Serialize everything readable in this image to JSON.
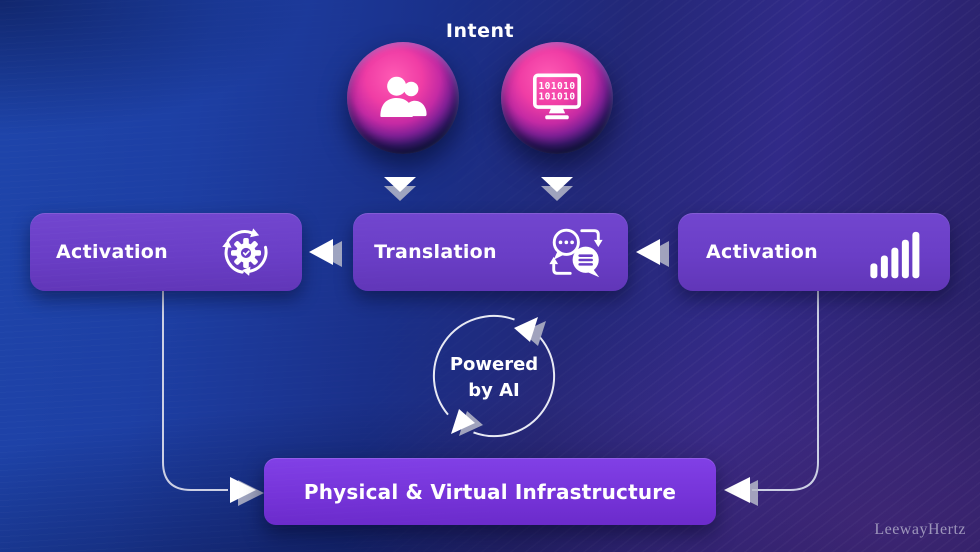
{
  "diagram": {
    "watermark": "LeewayHertz",
    "intent": {
      "label": "Intent"
    },
    "sources": {
      "human": {
        "icon": "users-icon"
      },
      "machine": {
        "icon": "binary-monitor-icon",
        "binary_line1": "101010",
        "binary_line2": "101010"
      }
    },
    "nodes": {
      "activation_left": {
        "label": "Activation",
        "icon": "gear-cycle-icon"
      },
      "translation": {
        "label": "Translation",
        "icon": "chat-translate-icon"
      },
      "activation_right": {
        "label": "Activation",
        "icon": "signal-bars-icon"
      },
      "infrastructure": {
        "label": "Physical & Virtual Infrastructure"
      }
    },
    "cycle": {
      "label_line1": "Powered",
      "label_line2": "by AI",
      "icon": "cycle-arrows-icon"
    },
    "colors": {
      "node_purple": "#6a3ec6",
      "infrastructure_purple": "#7634d9",
      "intent_circle_pink": "#ee3fa4",
      "background_blue": "#1b2f88",
      "background_indigo": "#312a88",
      "arrow_white": "#ffffff",
      "arrow_shadow_gray": "#b6b9c9",
      "connector_line": "#ccd0e4"
    }
  }
}
